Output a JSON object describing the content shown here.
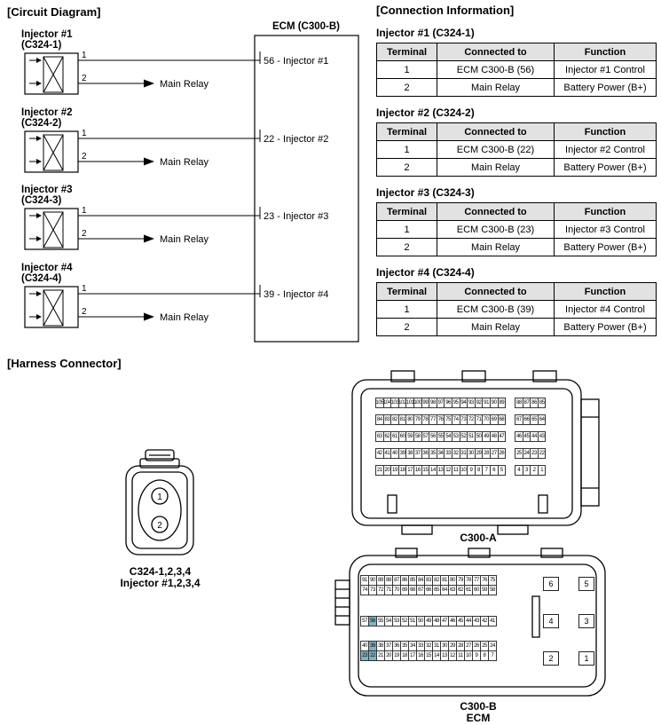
{
  "page": {
    "circuit_title": "[Circuit Diagram]",
    "connection_title": "[Connection Information]",
    "harness_title": "[Harness Connector]"
  },
  "circuit": {
    "ecm_label": "ECM (C300-B)",
    "injectors": [
      {
        "name": "Injector #1",
        "connector": "(C324-1)",
        "pin1": "1",
        "pin2": "2",
        "ecm_terminal": "56 - Injector #1",
        "relay_label": "Main Relay"
      },
      {
        "name": "Injector #2",
        "connector": "(C324-2)",
        "pin1": "1",
        "pin2": "2",
        "ecm_terminal": "22 - Injector #2",
        "relay_label": "Main Relay"
      },
      {
        "name": "Injector #3",
        "connector": "(C324-3)",
        "pin1": "1",
        "pin2": "2",
        "ecm_terminal": "23 - Injector #3",
        "relay_label": "Main Relay"
      },
      {
        "name": "Injector #4",
        "connector": "(C324-4)",
        "pin1": "1",
        "pin2": "2",
        "ecm_terminal": "39 - Injector #4",
        "relay_label": "Main Relay"
      }
    ]
  },
  "connection_info": {
    "tables": [
      {
        "title": "Injector #1 (C324-1)",
        "headers": [
          "Terminal",
          "Connected to",
          "Function"
        ],
        "rows": [
          [
            "1",
            "ECM C300-B (56)",
            "Injector #1 Control"
          ],
          [
            "2",
            "Main Relay",
            "Battery Power (B+)"
          ]
        ]
      },
      {
        "title": "Injector #2 (C324-2)",
        "headers": [
          "Terminal",
          "Connected to",
          "Function"
        ],
        "rows": [
          [
            "1",
            "ECM C300-B (22)",
            "Injector #2 Control"
          ],
          [
            "2",
            "Main Relay",
            "Battery Power (B+)"
          ]
        ]
      },
      {
        "title": "Injector #3 (C324-3)",
        "headers": [
          "Terminal",
          "Connected to",
          "Function"
        ],
        "rows": [
          [
            "1",
            "ECM C300-B (23)",
            "Injector #3 Control"
          ],
          [
            "2",
            "Main Relay",
            "Battery Power (B+)"
          ]
        ]
      },
      {
        "title": "Injector #4 (C324-4)",
        "headers": [
          "Terminal",
          "Connected to",
          "Function"
        ],
        "rows": [
          [
            "1",
            "ECM C300-B (39)",
            "Injector #4 Control"
          ],
          [
            "2",
            "Main Relay",
            "Battery Power (B+)"
          ]
        ]
      }
    ]
  },
  "harness": {
    "c324": {
      "pins": [
        "1",
        "2"
      ],
      "label_line1": "C324-1,2,3,4",
      "label_line2": "Injector #1,2,3,4"
    },
    "c300a": {
      "label": "C300-A",
      "rows": [
        {
          "left": [
            105,
            104,
            103,
            102,
            101,
            100,
            99,
            98,
            97,
            96,
            95,
            94,
            93,
            92,
            91,
            90,
            89
          ],
          "right": [
            88,
            87,
            86,
            85
          ]
        },
        {
          "left": [
            84,
            83,
            82,
            81,
            80,
            79,
            78,
            77,
            76,
            75,
            74,
            73,
            72,
            71,
            70,
            69,
            68
          ],
          "right": [
            67,
            66,
            65,
            64
          ]
        },
        {
          "left": [
            63,
            62,
            61,
            60,
            59,
            58,
            57,
            56,
            55,
            54,
            53,
            52,
            51,
            50,
            49,
            48,
            47
          ],
          "right": [
            46,
            45,
            44,
            43
          ]
        },
        {
          "left": [
            42,
            41,
            40,
            39,
            38,
            37,
            36,
            35,
            34,
            33,
            32,
            31,
            30,
            29,
            28,
            27,
            26
          ],
          "right": [
            25,
            24,
            23,
            22
          ]
        },
        {
          "left": [
            21,
            20,
            19,
            18,
            17,
            16,
            15,
            14,
            13,
            12,
            11,
            10,
            9,
            8,
            7,
            6,
            5
          ],
          "right": [
            4,
            3,
            2,
            1
          ]
        }
      ]
    },
    "c300b": {
      "label": "C300-B",
      "sublabel": "ECM",
      "rows": [
        [
          91,
          90,
          89,
          88,
          87,
          86,
          85,
          84,
          83,
          82,
          81,
          80,
          79,
          78,
          77,
          76,
          75
        ],
        [
          74,
          73,
          72,
          71,
          70,
          69,
          68,
          67,
          66,
          65,
          64,
          63,
          62,
          61,
          60,
          59,
          58
        ],
        [
          57,
          56,
          55,
          54,
          53,
          52,
          51,
          50,
          49,
          48,
          47,
          46,
          45,
          44,
          43,
          42,
          41
        ],
        [
          40,
          39,
          38,
          37,
          36,
          35,
          34,
          33,
          32,
          31,
          30,
          29,
          28,
          27,
          26,
          25,
          24
        ],
        [
          23,
          22,
          21,
          20,
          19,
          18,
          17,
          16,
          15,
          14,
          13,
          12,
          11,
          10,
          9,
          8,
          7
        ]
      ],
      "side_pins": [
        [
          6,
          5
        ],
        [
          4,
          3
        ],
        [
          2,
          1
        ]
      ],
      "highlighted": [
        56,
        39,
        23,
        22
      ],
      "highlight_color": "#7FB3C4"
    }
  }
}
